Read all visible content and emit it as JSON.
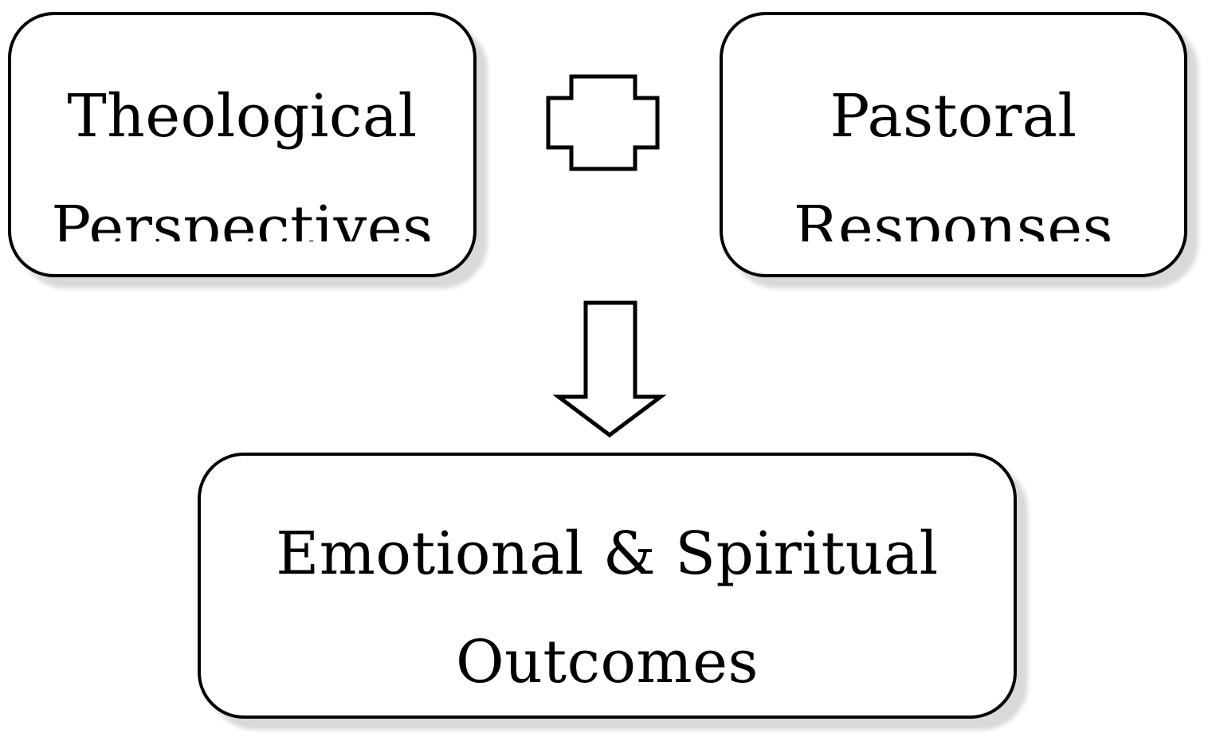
{
  "boxes": {
    "theological": {
      "line1": "Theological",
      "line2": "Perspectives"
    },
    "pastoral": {
      "line1": "Pastoral",
      "line2": "Responses"
    },
    "outcomes": {
      "line1": "Emotional & Spiritual",
      "line2": "Outcomes"
    }
  },
  "icons": {
    "combine": "plus-icon",
    "leads_to": "down-arrow-icon"
  },
  "colors": {
    "stroke": "#000000",
    "fill": "#ffffff",
    "shadow": "#d9d9d9"
  }
}
